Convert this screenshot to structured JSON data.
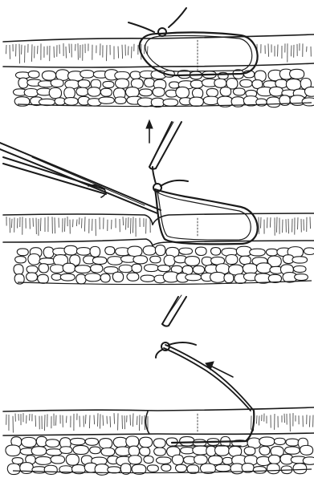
{
  "figure": {
    "panels": [
      {
        "id": "panel-1",
        "step": "tied-suture-loop",
        "arrow": null
      },
      {
        "id": "panel-2",
        "step": "lift-knot-and-cut-with-scissors",
        "arrow": "up"
      },
      {
        "id": "panel-3",
        "step": "pull-suture-out",
        "arrow": "up-left"
      }
    ],
    "colors": {
      "ink": "#1a1a1a",
      "background": "#ffffff",
      "fat": "#ffffff"
    },
    "icons": [
      "suture-knot-icon",
      "scissors-icon",
      "forceps-icon",
      "arrow-icon"
    ]
  }
}
